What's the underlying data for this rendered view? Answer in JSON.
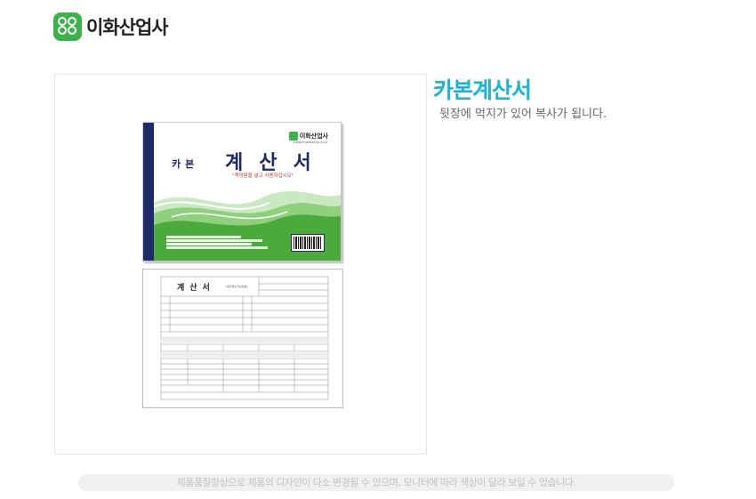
{
  "brand": {
    "logo_text": "이화산업사",
    "logo_icon": "clover-icon",
    "color": "#3cb34a"
  },
  "product": {
    "title": "카본계산서",
    "title_color": "#1ab4d8",
    "description": "뒷장에 먹지가 있어 복사가 됩니다."
  },
  "cover": {
    "logo_text": "이화산업사",
    "url": "www.ehwasanup.co.kr",
    "subtitle": "카본",
    "title": "계산서",
    "slogan": "\"책망함을 넣고 사용하십시오\"",
    "spine_color": "#1f2a6b",
    "wave_color": "#4aaa3a"
  },
  "form": {
    "title": "계산서",
    "sub": "(공급받는자보관용)"
  },
  "notice": "제품품질향상으로 제품의 디자인이 다소 변경될 수 있으며, 모니터에 따라 색상이 달라 보일 수 있습니다."
}
